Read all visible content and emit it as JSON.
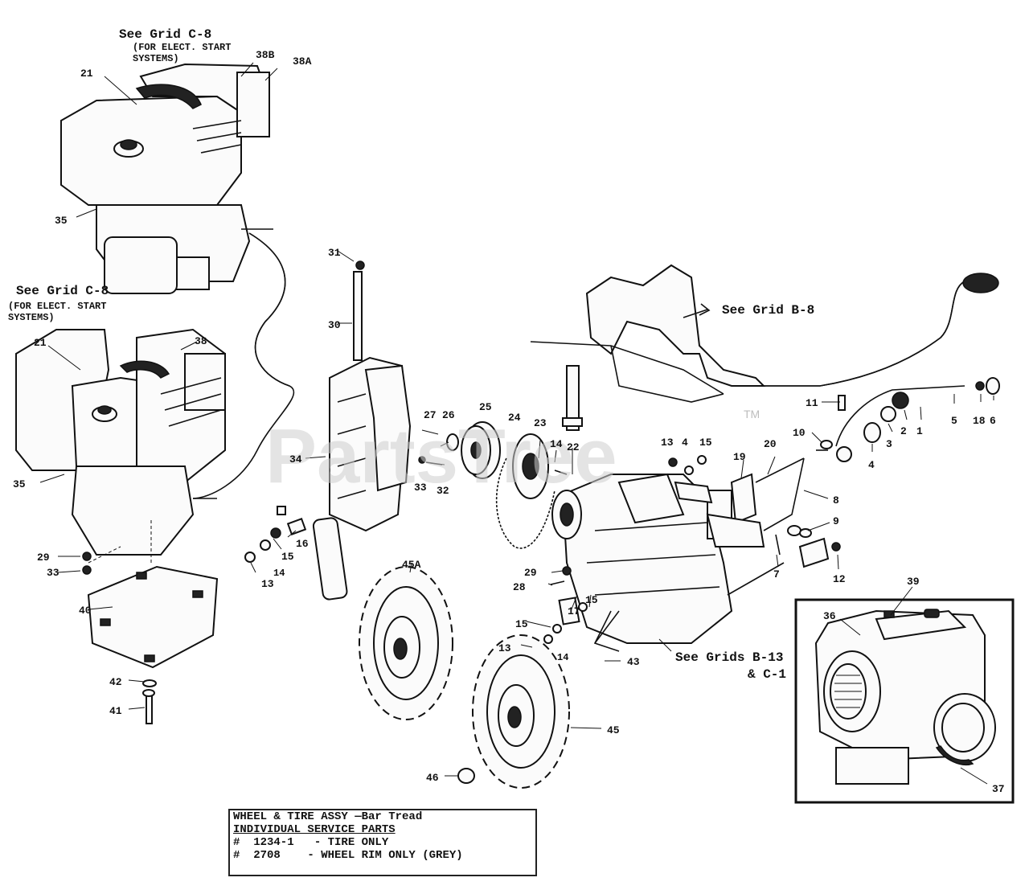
{
  "watermark": {
    "text": "PartsTree",
    "tm": "TM"
  },
  "notes": {
    "top_grid": "See Grid C-8",
    "top_elect": "(FOR ELECT. START",
    "top_systems": "SYSTEMS)",
    "mid_grid": "See Grid C-8",
    "mid_elect": "(FOR ELECT. START",
    "mid_systems": "SYSTEMS)",
    "handle_grid": "See Grid B-8",
    "trans_grid_1": "See Grids B-13",
    "trans_grid_2": "& C-1"
  },
  "callouts": {
    "c21a": "21",
    "c38b": "38B",
    "c38a": "38A",
    "c35a": "35",
    "c21b": "21",
    "c38": "38",
    "c35b": "35",
    "c29a": "29",
    "c33a": "33",
    "c40": "40",
    "c42": "42",
    "c41": "41",
    "c31": "31",
    "c30": "30",
    "c34": "34",
    "c27": "27",
    "c26": "26",
    "c33b": "33",
    "c32": "32",
    "c25": "25",
    "c24": "24",
    "c23": "23",
    "c14a": "14",
    "c22": "22",
    "c16": "16",
    "c15a": "15",
    "c14b": "14",
    "c13a": "13",
    "c13b": "13",
    "c4": "4",
    "c15b": "15",
    "c20": "20",
    "c19": "19",
    "c11": "11",
    "c10": "10",
    "c5": "5",
    "c18": "18",
    "c6": "6",
    "c2": "2",
    "c1": "1",
    "c3": "3",
    "c4b": "4",
    "c8": "8",
    "c9": "9",
    "c7": "7",
    "c12": "12",
    "c45a": "45A",
    "c29b": "29",
    "c28": "28",
    "c15c": "15",
    "c17": "17",
    "c15d": "15",
    "c13c": "13",
    "c14c": "14",
    "c43": "43",
    "c45": "45",
    "c46": "46",
    "c39": "39",
    "c36": "36",
    "c37": "37"
  },
  "legend": {
    "line1": "WHEEL & TIRE ASSY —Bar Tread",
    "line2": "INDIVIDUAL SERVICE PARTS",
    "line3": "#  1234-1   - TIRE ONLY",
    "line4": "#  2708    - WHEEL RIM ONLY (GREY)"
  }
}
